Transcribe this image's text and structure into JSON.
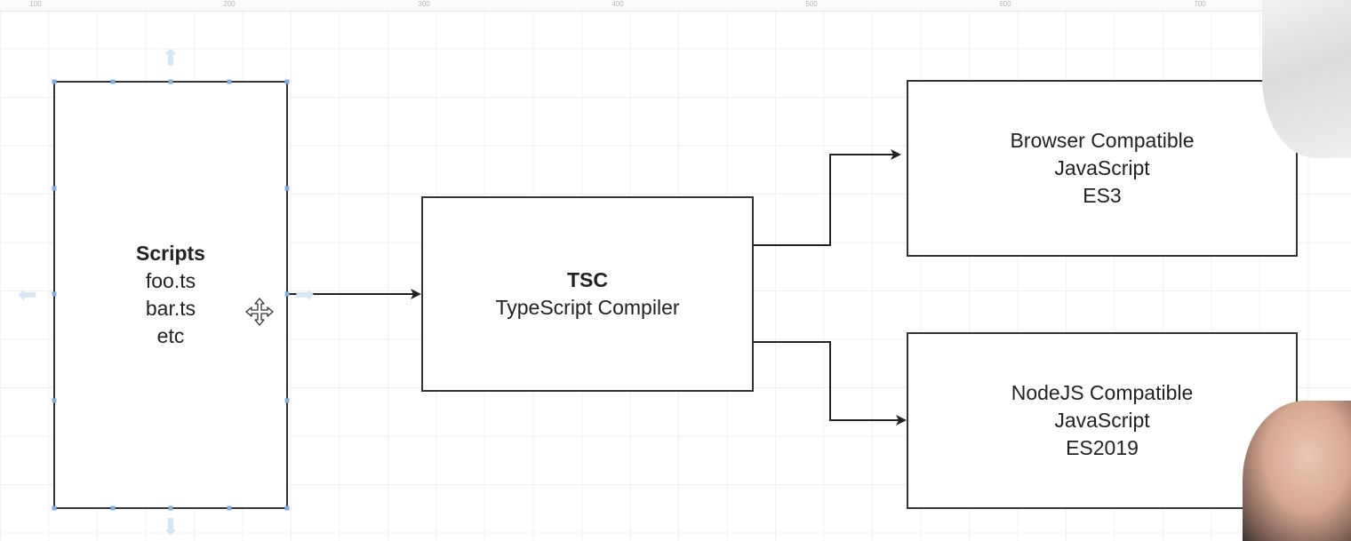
{
  "ruler": {
    "ticks": [
      "100",
      "200",
      "300",
      "400",
      "500",
      "600",
      "700"
    ]
  },
  "diagram": {
    "scripts": {
      "title": "Scripts",
      "lines": [
        "foo.ts",
        "bar.ts",
        "etc"
      ]
    },
    "tsc": {
      "title": "TSC",
      "subtitle": "TypeScript Compiler"
    },
    "browser": {
      "lines": [
        "Browser Compatible",
        "JavaScript",
        "ES3"
      ]
    },
    "node": {
      "lines": [
        "NodeJS Compatible",
        "JavaScript",
        "ES2019"
      ]
    }
  },
  "icons": {
    "move": "move-cursor-icon",
    "arrow_up": "expand-up-arrow-icon",
    "arrow_down": "expand-down-arrow-icon",
    "arrow_left": "expand-left-arrow-icon",
    "arrow_right": "expand-right-arrow-icon"
  },
  "colors": {
    "stroke": "#333333",
    "selection": "#7fb0e6",
    "hint": "#d6e6f7"
  }
}
